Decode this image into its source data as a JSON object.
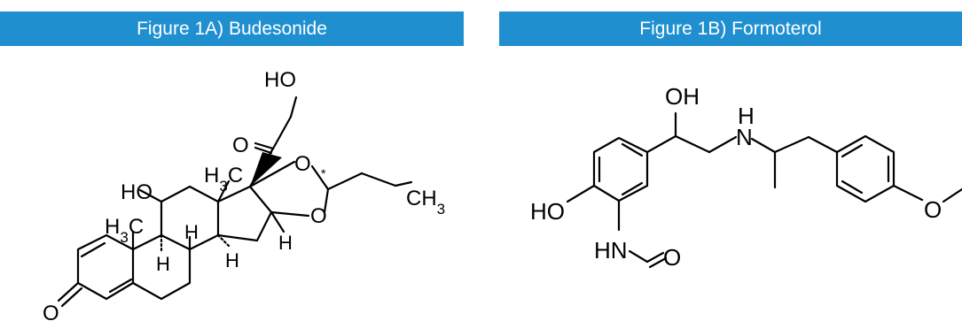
{
  "figures": [
    {
      "title": "Figure 1A) Budesonide",
      "labels": {
        "ho_top": "HO",
        "o_ketone": "O",
        "o_ring1": "O",
        "o_ring2": "O",
        "h3c_1": "H3C",
        "ch3": "CH3",
        "ho_left": "HO",
        "h3c_2": "H3C",
        "h_1": "H",
        "h_2": "H",
        "h_3": "H",
        "h_4": "H",
        "o_bottom": "O",
        "chiral_mark": "*"
      }
    },
    {
      "title": "Figure 1B) Formoterol",
      "labels": {
        "oh": "OH",
        "nh_h": "H",
        "nh_n": "N",
        "ho": "HO",
        "hn": "HN",
        "o_formyl": "O",
        "o_ether": "O"
      }
    }
  ]
}
